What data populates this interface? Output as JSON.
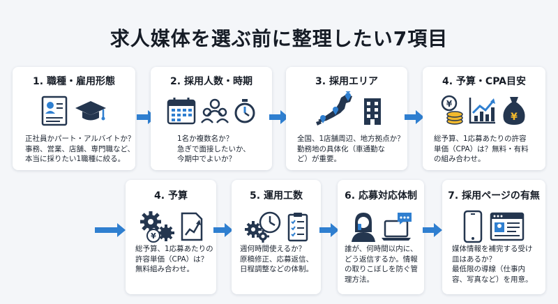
{
  "title": "求人媒体を選ぶ前に整理したい7項目",
  "colors": {
    "accent": "#2f7fd0",
    "navy": "#24364f",
    "gold": "#f2b92c",
    "bg": "#f4f6f9"
  },
  "cards": [
    {
      "title": "1. 職種・雇用形態",
      "body": "正社員かパート・アルバイトか？\n事務、営業、店舗、専門職など、\n本当に採りたい1職種に絞る。",
      "icons": [
        "resume-icon",
        "graduation-cap-icon"
      ]
    },
    {
      "title": "2. 採用人数・時期",
      "body": "1名か複数名か？\n急ぎで面接したいか、\n今期中でよいか？",
      "icons": [
        "calendar-icon",
        "people-icon",
        "stopwatch-icon"
      ]
    },
    {
      "title": "3. 採用エリア",
      "body": "全国、1店舗周辺、地方拠点か？\n勤務地の具体化（車通勤な\nど）が重要。",
      "icons": [
        "japan-map-pins-icon",
        "building-icon"
      ]
    },
    {
      "title": "4. 予算・CPA目安",
      "body": "総予算、1応募あたりの許容\n単価（CPA）は？無料・有料\nの組み合わせ。",
      "icons": [
        "yen-coins-icon",
        "growth-chart-icon",
        "money-bag-icon"
      ]
    },
    {
      "title": "4. 予算",
      "body": "総予算、1応募あたりの\n許容単価（CPA）は？\n無料組み合わせ。",
      "icons": [
        "gears-yen-icon",
        "growth-doc-icon"
      ]
    },
    {
      "title": "5. 運用工数",
      "body": "週何時間使えるか？\n原稿修正、応募返信、\n日程調整などの体制。",
      "icons": [
        "gears-clock-icon",
        "checklist-icon"
      ]
    },
    {
      "title": "6. 応募対応体制",
      "body": "誰が、何時間以内に、\nどう返信するか。情報\nの取りこぼしを防ぐ管\n理方法。",
      "icons": [
        "person-phone-icon",
        "laptop-chat-icon"
      ]
    },
    {
      "title": "7. 採用ページの有無",
      "body": "媒体情報を補完する受け\n皿はあるか？\n最低限の導線（仕事内\n容、写真など）を用意。",
      "icons": [
        "smartphone-icon",
        "web-page-icon"
      ]
    }
  ]
}
